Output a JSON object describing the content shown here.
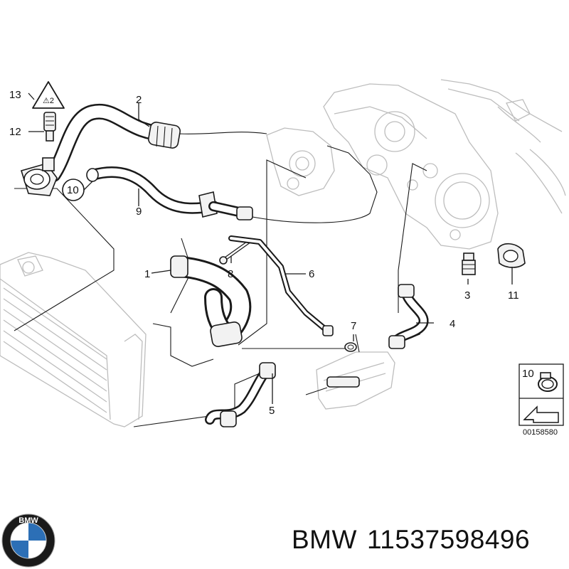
{
  "callouts": {
    "c1": "1",
    "c2": "2",
    "c3": "3",
    "c4": "4",
    "c5": "5",
    "c6": "6",
    "c7": "7",
    "c8": "8",
    "c9": "9",
    "c10": "10",
    "c11": "11",
    "c12": "12",
    "c13": "13",
    "c10_legend": "10"
  },
  "warning_label": {
    "text": "⚠2"
  },
  "reference_number": "00158580",
  "caption": {
    "brand": "BMW",
    "part_number": "11537598496"
  },
  "logo": {
    "text": "BMW",
    "colors": {
      "ring": "#1a1a1a",
      "blue": "#2c6fb6",
      "white": "#ffffff"
    }
  },
  "icons": [
    "bmw-logo-icon",
    "warning-triangle-icon",
    "arrow-icon"
  ]
}
